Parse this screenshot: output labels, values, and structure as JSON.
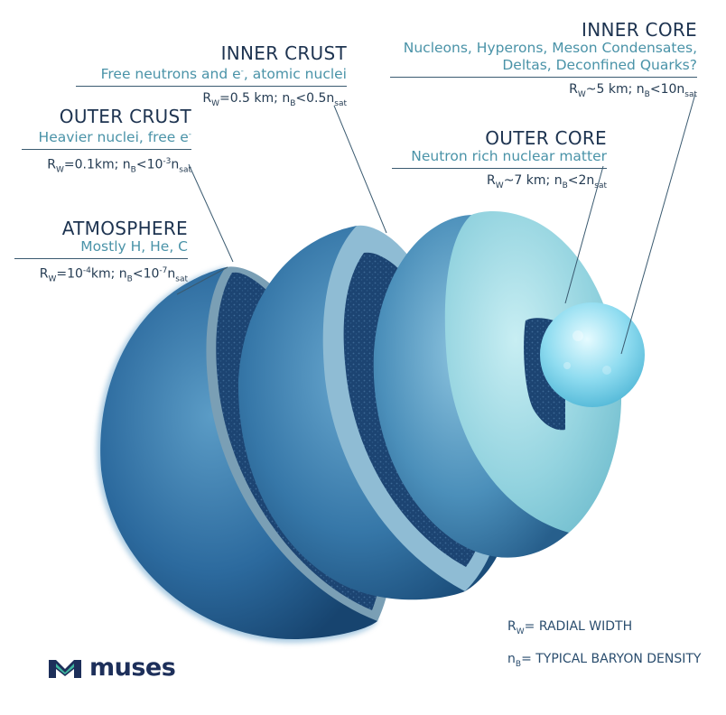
{
  "layers": {
    "inner_core": {
      "title": "INNER CORE",
      "desc_line1": "Nucleons, Hyperons, Meson Condensates,",
      "desc_line2": "Deltas, Deconfined Quarks?",
      "params": "R_W~5 km; n_B<10n_sat"
    },
    "inner_crust": {
      "title": "INNER CRUST",
      "desc": "Free neutrons and e⁻, atomic nuclei",
      "params": "R_W=0.5 km; n_B<0.5n_sat"
    },
    "outer_crust": {
      "title": "OUTER CRUST",
      "desc": "Heavier nuclei, free e⁻",
      "params": "R_W=0.1km; n_B<10⁻³n_sat"
    },
    "outer_core": {
      "title": "OUTER CORE",
      "desc": "Neutron rich nuclear matter",
      "params": "R_W~7 km; n_B<2n_sat"
    },
    "atmosphere": {
      "title": "ATMOSPHERE",
      "desc": "Mostly H, He, C",
      "params": "R_W=10⁻⁴km; n_B<10⁻⁷n_sat"
    }
  },
  "legend": {
    "rw": "R_W= RADIAL WIDTH",
    "nb": "n_B= TYPICAL BARYON DENSITY"
  },
  "logo": {
    "word": "muses"
  },
  "colors": {
    "navy": "#1d3350",
    "teal": "#4a93a8",
    "shell_dark": "#1e4d7c",
    "shell_mid": "#3f7fae",
    "core_light": "#9fdbe6",
    "inner_core": "#7fd3ea"
  }
}
